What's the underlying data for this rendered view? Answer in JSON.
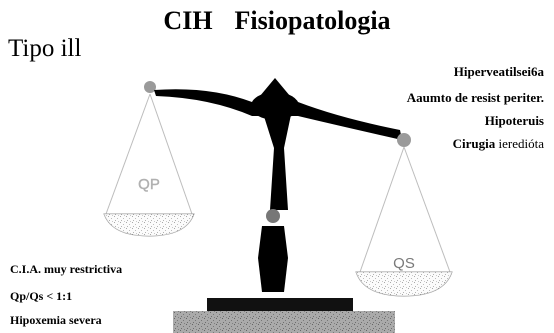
{
  "header": {
    "title_left": "CIH",
    "title_right": "Fisiopatologia",
    "subtitle": "Tipo ill"
  },
  "right_notes": {
    "line1": "Hiperveatilsei6a",
    "line2": "Aaumto de resist periter.",
    "line3": "Hipoteruis",
    "line4_bold": "Cirugia",
    "line4_rest": " ieredióta"
  },
  "left_notes": {
    "line1": "C.I.A. muy restrictiva",
    "line2": "Qp/Qs < 1:1",
    "line3": "Hipoxemia severa"
  },
  "scale": {
    "left_pan_label": "QP",
    "right_pan_label": "QS"
  },
  "colors": {
    "ink": "#000000",
    "speckle": "#808080",
    "pan_fill": "#f4f4f4"
  }
}
